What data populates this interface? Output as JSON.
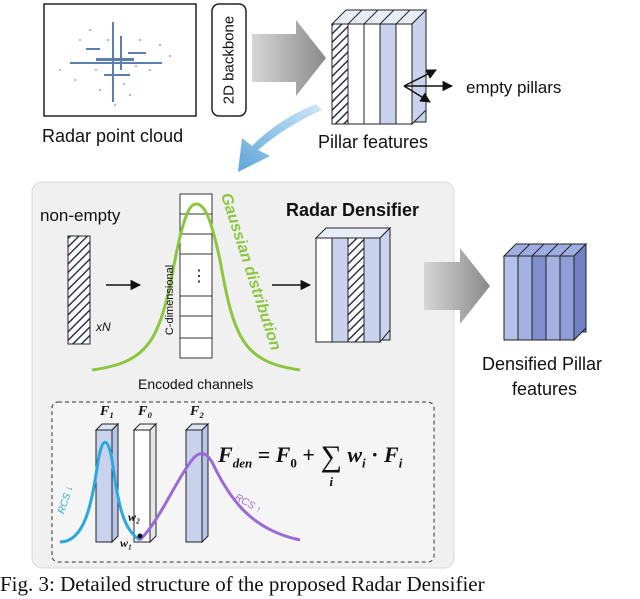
{
  "labels": {
    "backbone": "2D backbone",
    "radar_point_cloud": "Radar point cloud",
    "empty_pillars": "empty pillars",
    "pillar_features": "Pillar features",
    "non_empty": "non-empty",
    "times_n": "xN",
    "radar_densifier": "Radar Densifier",
    "gaussian_distribution": "Gaussian distribution",
    "c_dimensional": "C-dimensional",
    "ellipsis": "⋮",
    "encoded_channels": "Encoded channels",
    "densified_line1": "Densified Pillar",
    "densified_line2": "features",
    "f1": "F₁",
    "f0": "F₀",
    "f2": "F₂",
    "w2": "w₂",
    "w1": "w₁",
    "rcs_left": "RCS ↓",
    "rcs_right": "RCS ↑"
  },
  "formula": {
    "lhs": "F",
    "lhs_sub": "den",
    "eq": "=",
    "f0": "F",
    "f0_sub": "0",
    "plus": "+",
    "sum": "∑",
    "sum_sub": "i",
    "w": "w",
    "w_sub": "i",
    "dot": "·",
    "fi": "F",
    "fi_sub": "i"
  },
  "caption": "Fig. 3: Detailed structure of the proposed Radar Densifier",
  "colors": {
    "panel_bg": "#f0f0f0",
    "pillar_fill": "#c9d3ee",
    "pillar_dark": "#7f8fce",
    "gaussian_green": "#8cc63f",
    "curve_cyan": "#2aa8e0",
    "curve_purple": "#9a6ad6",
    "arrow_gray": "#8c8c8c",
    "arrow_blue": "#6fb0de"
  }
}
